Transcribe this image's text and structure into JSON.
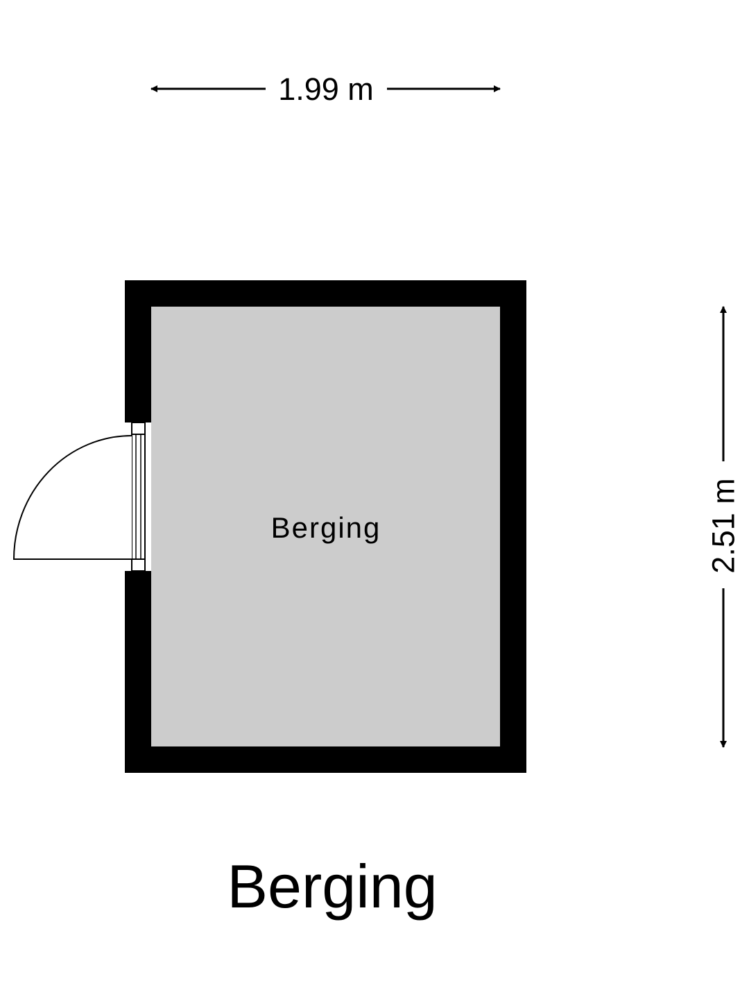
{
  "plan": {
    "title": "Berging",
    "room_label": "Berging",
    "width_label": "1.99 m",
    "height_label": "2.51 m"
  },
  "colors": {
    "wall": "#000000",
    "floor": "#cccccc",
    "background": "#ffffff",
    "door": "#ffffff"
  },
  "icons": {
    "width_dimension": "double-arrow-horizontal",
    "height_dimension": "double-arrow-vertical",
    "door": "door-swing-arc"
  }
}
